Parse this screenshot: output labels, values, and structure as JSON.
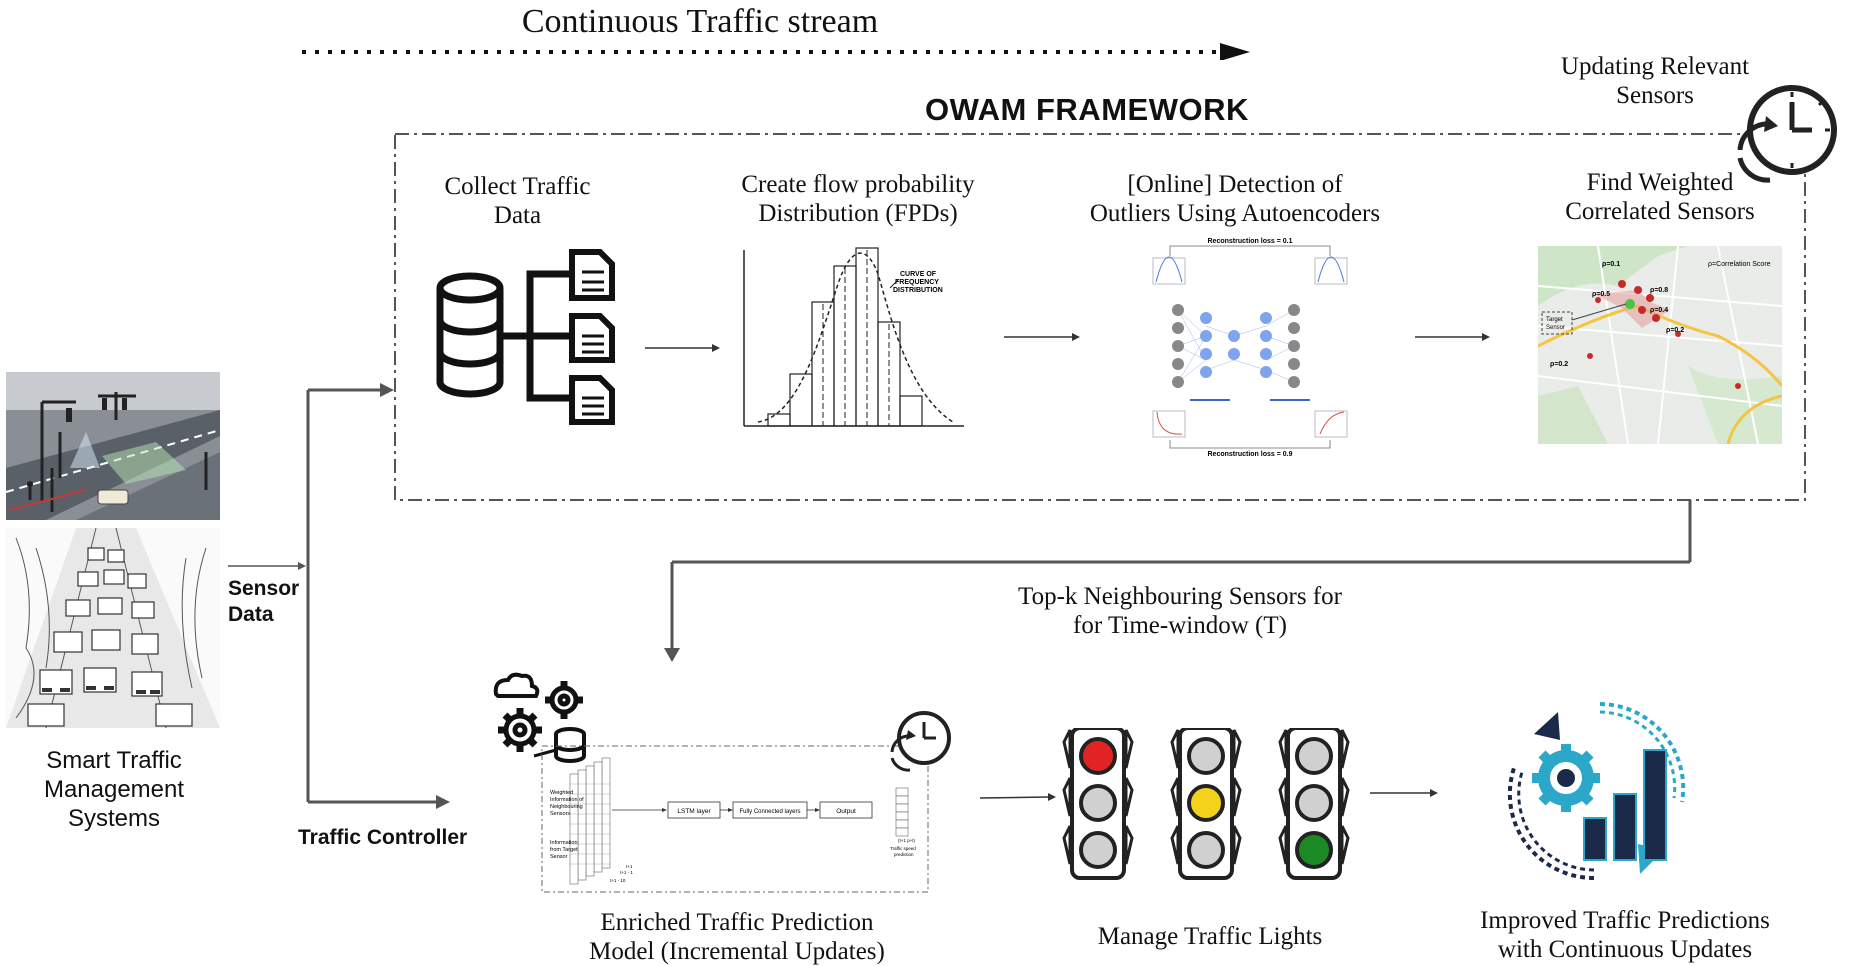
{
  "header": {
    "stream_label": "Continuous Traffic stream"
  },
  "framework": {
    "title": "OWAM FRAMEWORK",
    "updating_label_line1": "Updating Relevant",
    "updating_label_line2": "Sensors",
    "steps": [
      {
        "line1": "Collect Traffic",
        "line2": "Data"
      },
      {
        "line1": "Create flow probability",
        "line2": "Distribution (FPDs)"
      },
      {
        "line1": "[Online] Detection of",
        "line2": "Outliers Using Autoencoders"
      },
      {
        "line1": "Find Weighted",
        "line2": "Correlated Sensors"
      }
    ],
    "histogram_annotation": [
      "CURVE OF",
      "FREQUENCY",
      "DISTRIBUTION"
    ],
    "autoencoder": {
      "loss_top": "Reconstruction loss = 0.1",
      "loss_bottom": "Reconstruction loss = 0.9"
    },
    "map": {
      "legend": "ρ=Correlation Score",
      "target": [
        "Target",
        "Sensor"
      ],
      "scores": [
        "ρ=0.1",
        "ρ=0.5",
        "ρ=0.8",
        "ρ=0.4",
        "ρ=0.2",
        "ρ=0.2"
      ]
    }
  },
  "left": {
    "sensor_data_line1": "Sensor",
    "sensor_data_line2": "Data",
    "system_line1": "Smart Traffic",
    "system_line2": "Management",
    "system_line3": "Systems",
    "traffic_controller": "Traffic Controller"
  },
  "bottom": {
    "topk_line1": "Top-k Neighbouring Sensors for",
    "topk_line2": "for Time-window (T)",
    "model": {
      "line1": "Enriched Traffic Prediction",
      "line2": "Model (Incremental Updates)",
      "lstm": "LSTM layer",
      "fc": "Fully Connected layers",
      "output": "Output",
      "input_top": [
        "Weighted",
        "Information of",
        "Neighbouring",
        "Sensors"
      ],
      "input_bottom": [
        "Information",
        "from Target",
        "Sensor"
      ],
      "time_labels": [
        "t+1 - 10",
        "t+1 - 1",
        "t+1"
      ],
      "output_label": [
        "Traffic speed",
        "prediction"
      ],
      "output_time": "(t+1 p+t)"
    },
    "lights_label": "Manage Traffic Lights",
    "improved_line1": "Improved Traffic Predictions",
    "improved_line2": "with Continuous Updates"
  },
  "colors": {
    "red_light": "#e02424",
    "yellow_light": "#f2d21b",
    "green_light": "#1b8a22",
    "icon_blue": "#2aa7c9",
    "icon_navy": "#1c2a4a"
  }
}
